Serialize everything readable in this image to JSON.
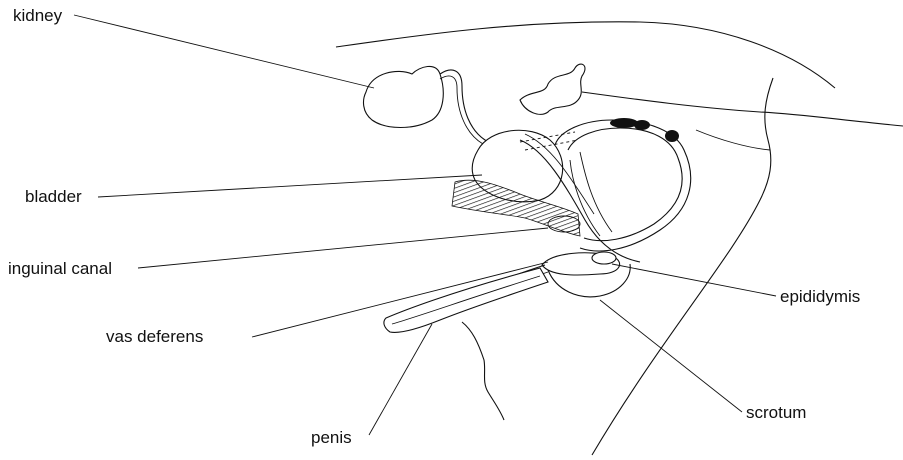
{
  "diagram": {
    "labels": {
      "kidney": "kidney",
      "bladder": "bladder",
      "inguinal_canal": "inguinal canal",
      "vas_deferens": "vas deferens",
      "penis": "penis",
      "epididymis": "epididymis",
      "scrotum": "scrotum"
    },
    "colors": {
      "line": "#111111",
      "background": "#ffffff",
      "hatch": "#111111"
    }
  }
}
